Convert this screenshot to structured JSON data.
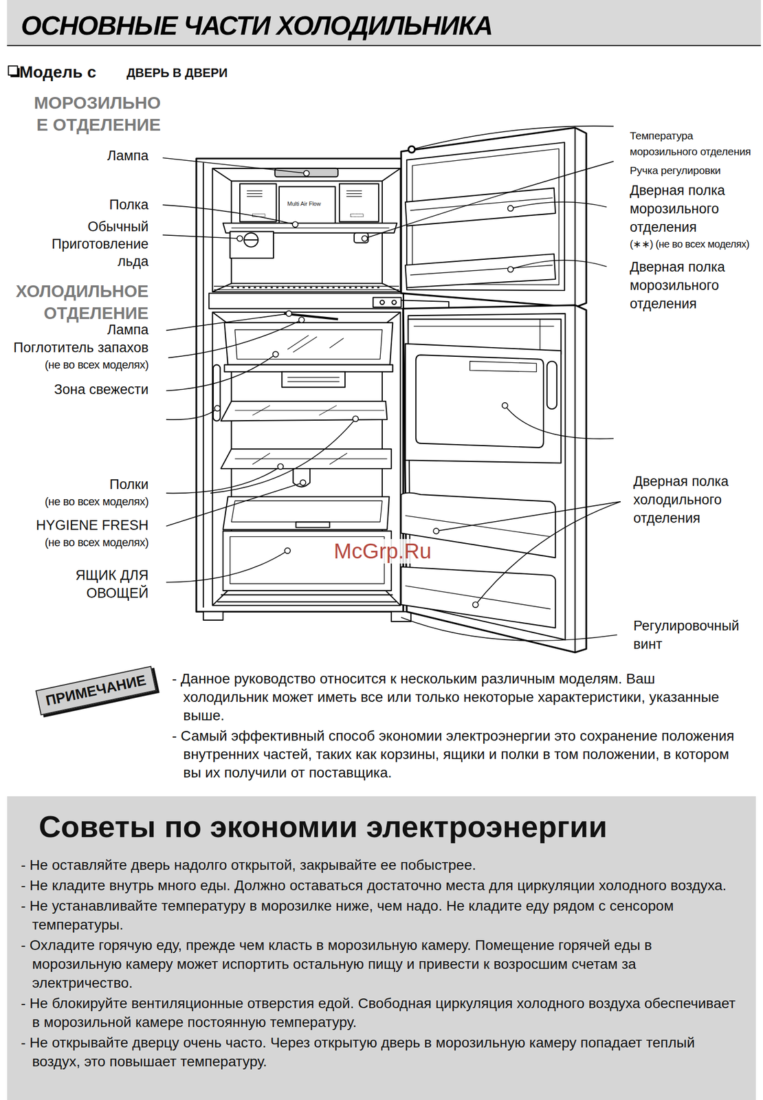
{
  "diagram": {
    "title": "ОСНОВНЫЕ ЧАСТИ ХОЛОДИЛЬНИКА",
    "nodes": [
      {
        "text": [
          "ПРИМЕЧАНИЕ"
        ]
      },
      {
        "text": [
          "Советы по экономии электроэнергии",
          "- Не оставляйте дверь надолго открытой, закрывайте ее побыстрее.",
          "- Не кладите внутрь много еды. Должно оставаться достаточно места для циркуляции холодного воздуха.",
          "- Не устанавливайте температуру в морозилке ниже, чем надо. Не кладите еду рядом с сенсором температуры.",
          "- Охладите горячую еду, прежде чем класть в морозильную камеру. Помещение горячей еды в морозильную камеру может испортить остальную пищу и привести к возросшим счетам за электричество.",
          "- Не блокируйте вентиляционные отверстия едой. Свободная циркуляция холодного воздуха обеспечивает в морозильной камере постоянную температуру.",
          "- Не открывайте дверцу очень часто. Через открытую дверь в морозильную камеру попадает теплый воздух, это повышает температуру."
        ]
      }
    ],
    "edges": [],
    "labels": [
      "Модель с",
      "ДВЕРЬ В ДВЕРИ",
      "МОРОЗИЛЬНО Е ОТДЕЛЕНИЕ",
      "Лампа",
      "Полка",
      "Обычный Приготовление льда",
      "ХОЛОДИЛЬНОЕ ОТДЕЛЕНИЕ",
      "Лампа",
      "Поглотитель запахов",
      "(не во всех моделях)",
      "Зона свежести",
      "Полки",
      "(не во всех моделях)",
      "HYGIENE FRESH",
      "(не во всех моделях)",
      "ЯЩИК ДЛЯ ОВОЩЕЙ",
      "Температура морозильного отделения",
      "Ручка регулировки",
      "Дверная полка морозильного отделения",
      "(∗∗) (не во всех моделях)",
      "Дверная полка морозильного отделения",
      "Дверная полка холодильного отделения",
      "Регулировочный винт",
      "Multi Air Flow",
      "McGrp.Ru",
      "- Данное руководство относится к нескольким различным моделям. Ваш холодильник может иметь все или только некоторые характеристики, указанные выше.",
      "- Самый эффективный способ экономии электроэнергии это сохранение положения внутренних частей, таких как корзины, ящики и полки в том положении, в котором вы их получили от поставщика."
    ]
  }
}
